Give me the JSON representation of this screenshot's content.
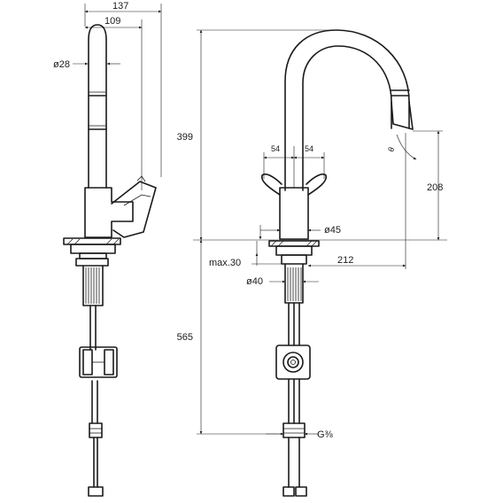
{
  "dimensions": {
    "side_overall_width": "137",
    "side_spout_reach": "109",
    "spout_diameter": "ø28",
    "total_height": "399",
    "handle_left": "54",
    "handle_right": "54",
    "spray_angle_symbol": "θ",
    "outlet_height": "208",
    "body_diameter": "ø45",
    "deck_thickness": "max.30",
    "spout_projection": "212",
    "hole_diameter": "ø40",
    "below_deck": "565",
    "thread_size": "G⅜"
  }
}
